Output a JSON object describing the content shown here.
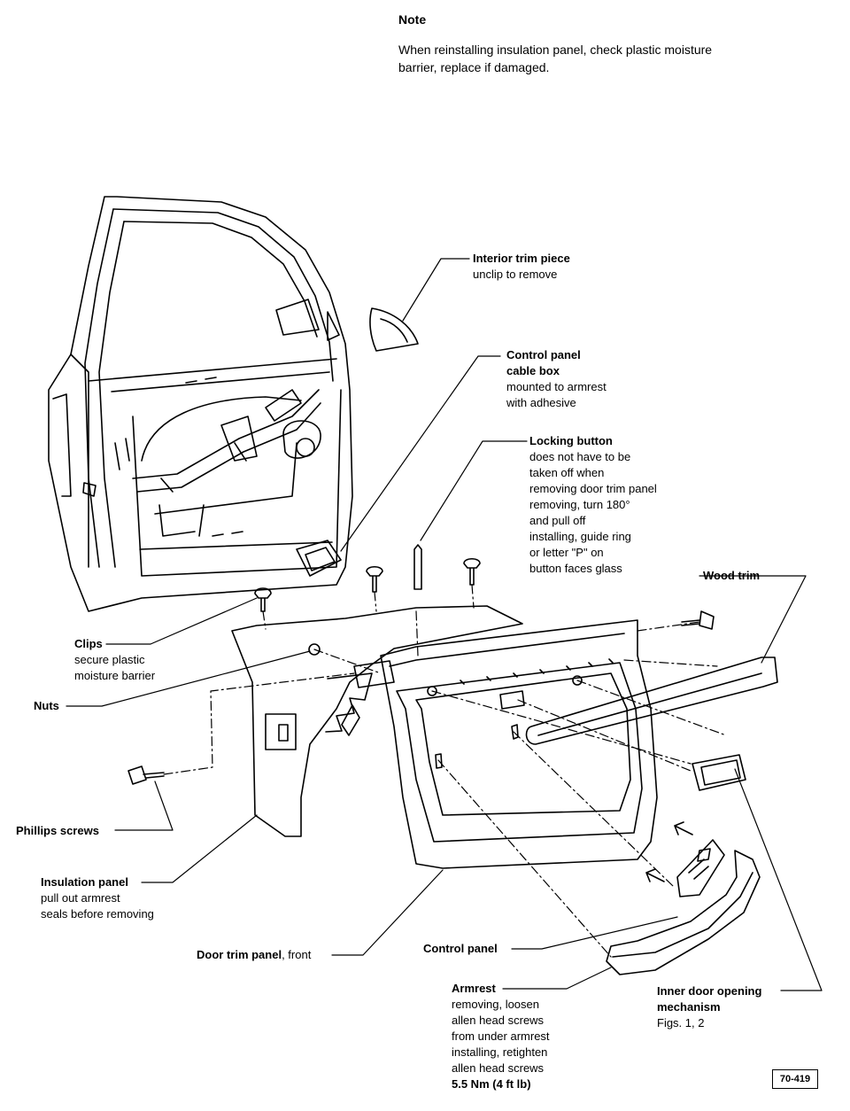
{
  "note": {
    "title": "Note",
    "text": "When reinstalling insulation panel, check plastic moisture barrier, replace if damaged."
  },
  "labels": {
    "interior_trim": {
      "title": "Interior trim piece",
      "lines": [
        "unclip to remove"
      ]
    },
    "cable_box": {
      "title_lines": [
        "Control panel",
        "cable box"
      ],
      "lines": [
        "mounted to armrest",
        "with adhesive"
      ]
    },
    "locking_button": {
      "title": "Locking button",
      "lines": [
        "does not have to be",
        "taken off when",
        "removing door trim panel",
        "removing, turn 180°",
        "and pull off",
        "installing, guide ring",
        "or letter \"P\" on",
        "button faces glass"
      ]
    },
    "wood_trim": {
      "title": "Wood trim"
    },
    "clips": {
      "title": "Clips",
      "lines": [
        "secure plastic",
        "moisture barrier"
      ]
    },
    "nuts": {
      "title": "Nuts"
    },
    "phillips": {
      "title": "Phillips screws"
    },
    "insulation": {
      "title": "Insulation panel",
      "lines": [
        "pull out armrest",
        "seals before removing"
      ]
    },
    "door_trim": {
      "title": "Door trim panel",
      "suffix": ", front"
    },
    "control_panel": {
      "title": "Control panel"
    },
    "armrest": {
      "title": "Armrest",
      "lines": [
        "removing, loosen",
        "allen head screws",
        "from under armrest",
        "installing, retighten",
        "allen head screws"
      ],
      "torque": "5.5 Nm (4 ft lb)"
    },
    "inner_door": {
      "title_lines": [
        "Inner door opening",
        "mechanism"
      ],
      "lines": [
        "Figs. 1, 2"
      ]
    }
  },
  "figure_id": "70-419",
  "colors": {
    "ink": "#000000",
    "paper": "#ffffff"
  }
}
